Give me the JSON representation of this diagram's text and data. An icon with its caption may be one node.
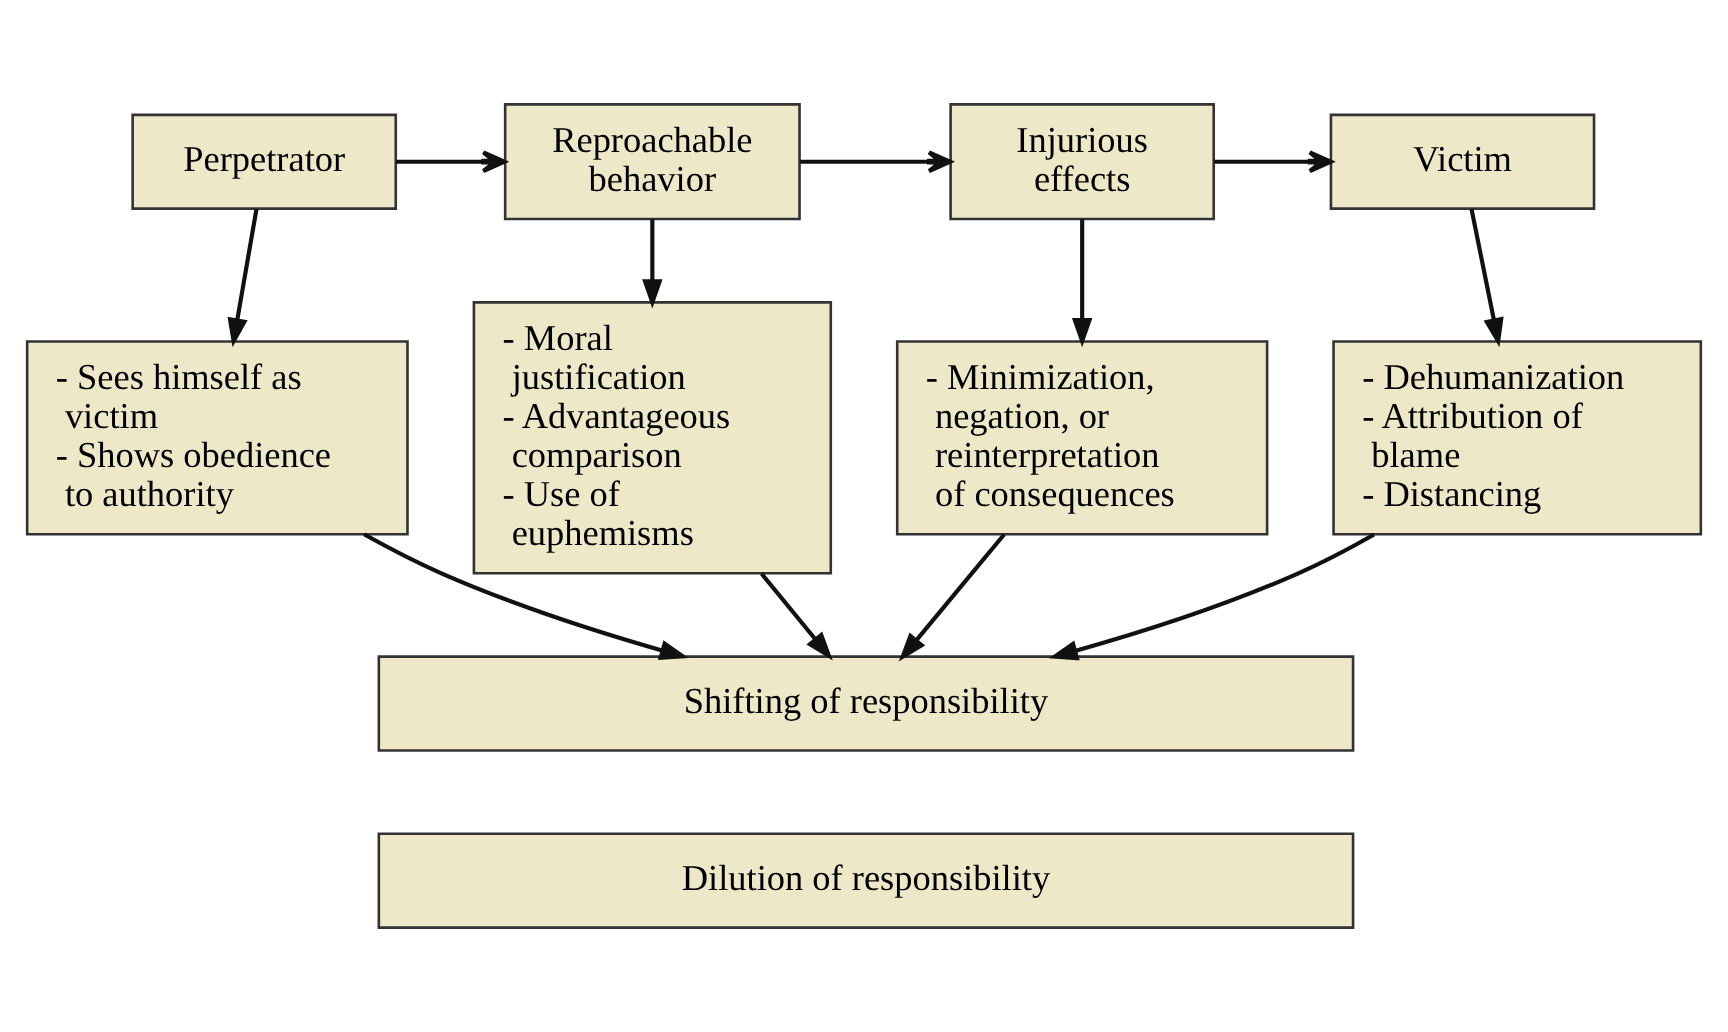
{
  "diagram": {
    "nodes": [
      {
        "text": [
          "Perpetrator"
        ]
      },
      {
        "text": [
          "Reproachable behavior"
        ]
      },
      {
        "text": [
          "Injurious effects"
        ]
      },
      {
        "text": [
          "Victim"
        ]
      },
      {
        "text": [
          "- Sees himself as victim",
          "- Shows obedience to authority"
        ]
      },
      {
        "text": [
          "- Moral justification",
          "- Advantageous comparison",
          "- Use of euphemisms"
        ]
      },
      {
        "text": [
          "- Minimization, negation, or reinterpretation of consequences"
        ]
      },
      {
        "text": [
          "- Dehumanization",
          "- Attribution of blame",
          "- Distancing"
        ]
      },
      {
        "text": [
          "Shifting of responsibility"
        ]
      },
      {
        "text": [
          "Dilution of responsibility"
        ]
      }
    ],
    "edges": [
      {
        "from": 0,
        "to": 1,
        "arrow": "to"
      },
      {
        "from": 1,
        "to": 2,
        "arrow": "to"
      },
      {
        "from": 2,
        "to": 3,
        "arrow": "to"
      },
      {
        "from": 0,
        "to": 4,
        "arrow": "to"
      },
      {
        "from": 1,
        "to": 5,
        "arrow": "to"
      },
      {
        "from": 2,
        "to": 6,
        "arrow": "to"
      },
      {
        "from": 3,
        "to": 7,
        "arrow": "to"
      },
      {
        "from": 4,
        "to": 8,
        "arrow": "to"
      },
      {
        "from": 5,
        "to": 8,
        "arrow": "to"
      },
      {
        "from": 6,
        "to": 8,
        "arrow": "to"
      },
      {
        "from": 7,
        "to": 8,
        "arrow": "to"
      }
    ]
  }
}
